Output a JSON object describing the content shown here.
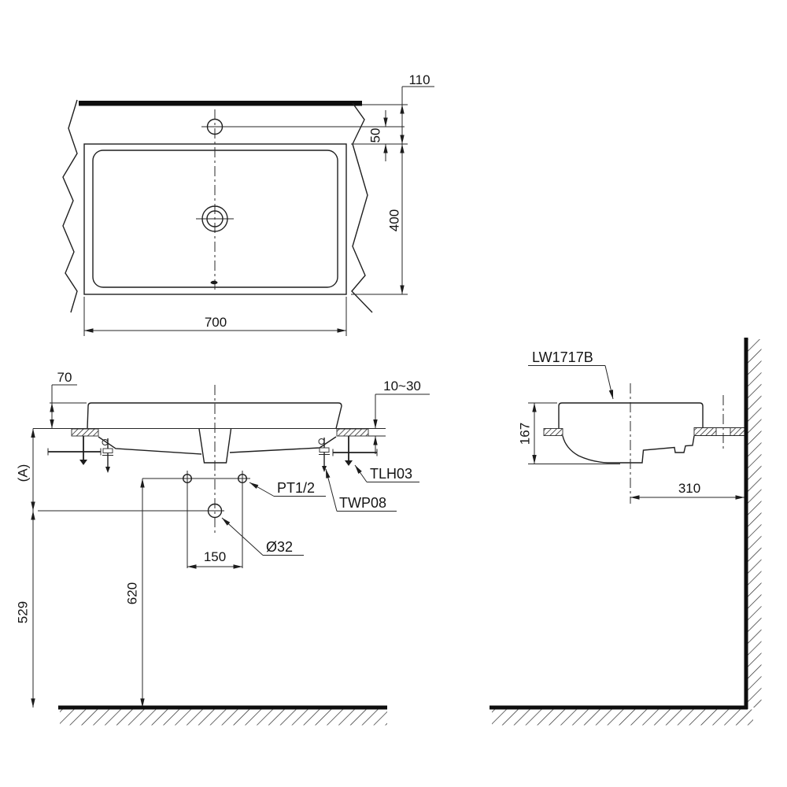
{
  "drawing": {
    "top_view": {
      "dim_wall_to_basin": "110",
      "dim_faucet_to_rim": "50",
      "dim_depth": "400",
      "dim_width": "700"
    },
    "front_view": {
      "dim_rim_height": "70",
      "dim_counter_thickness": "10~30",
      "bracket_model": "TLH03",
      "bolt_model": "TWP08",
      "supply_thread": "PT1/2",
      "drain_diameter": "Ø32",
      "dim_supply_spacing": "150",
      "dim_supply_height": "620",
      "dim_drain_height": "529",
      "dim_ref_a": "(A)"
    },
    "side_view": {
      "product_model": "LW1717B",
      "dim_basin_height": "167",
      "dim_drain_to_wall": "310"
    }
  }
}
